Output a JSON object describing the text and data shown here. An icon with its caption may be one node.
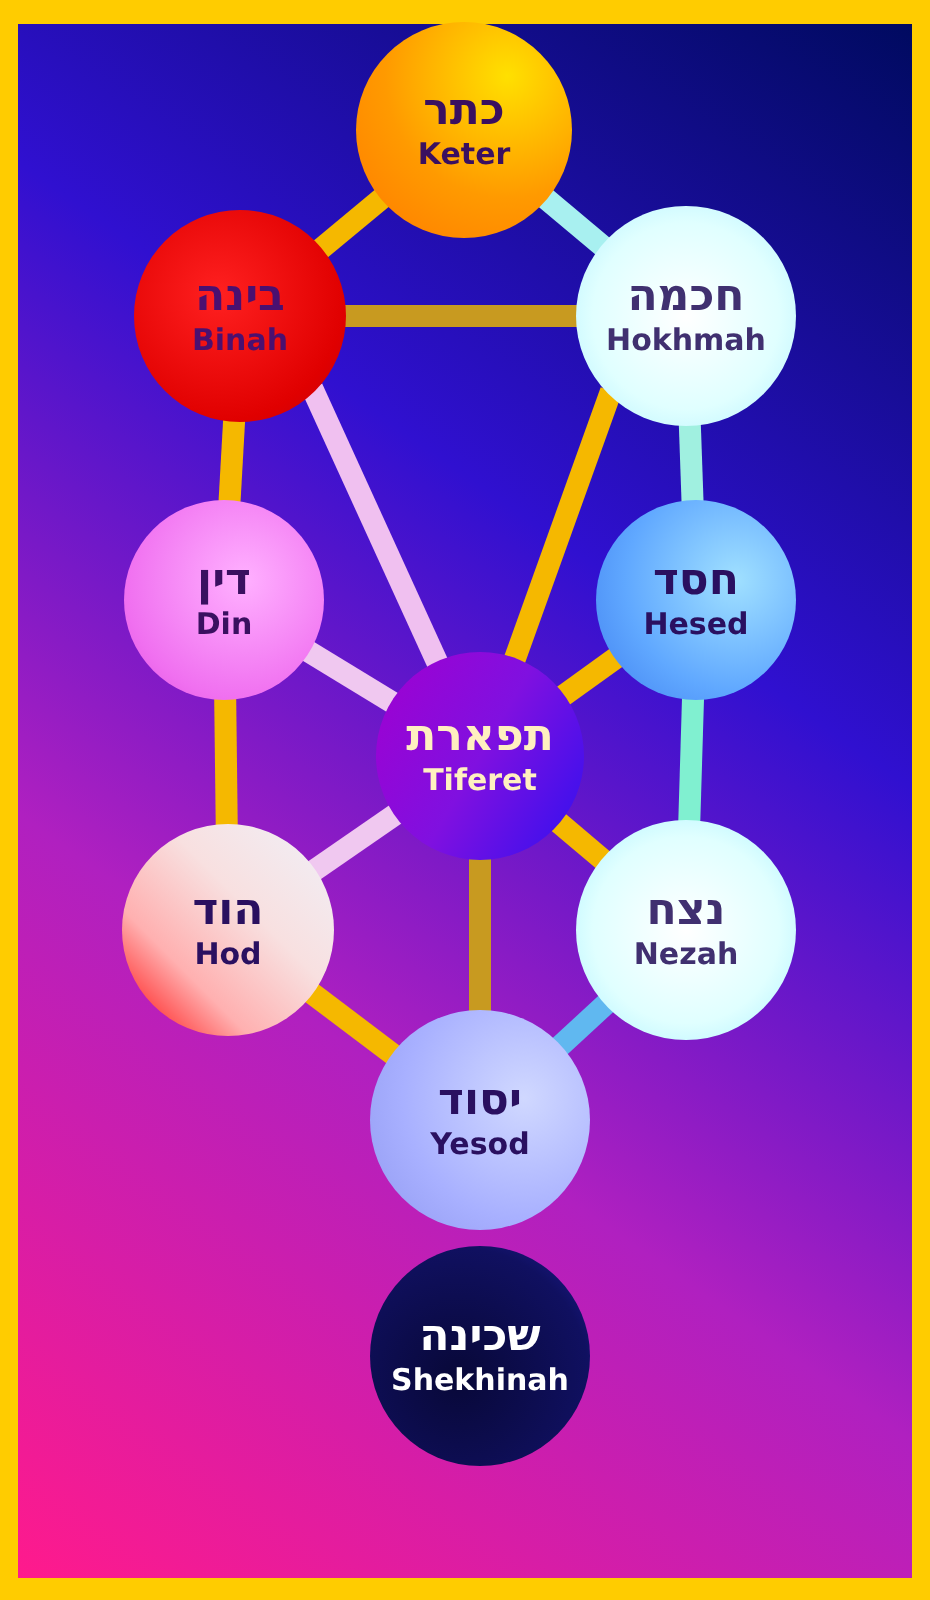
{
  "diagram": {
    "nodes": [
      {
        "text": [
          "כתר",
          "Keter"
        ]
      },
      {
        "text": [
          "בינה",
          "Binah"
        ]
      },
      {
        "text": [
          "חכמה",
          "Hokhmah"
        ]
      },
      {
        "text": [
          "דין",
          "Din"
        ]
      },
      {
        "text": [
          "חסד",
          "Hesed"
        ]
      },
      {
        "text": [
          "תפארת",
          "Tiferet"
        ]
      },
      {
        "text": [
          "הוד",
          "Hod"
        ]
      },
      {
        "text": [
          "נצח",
          "Nezah"
        ]
      },
      {
        "text": [
          "יסוד",
          "Yesod"
        ]
      },
      {
        "text": [
          "שכינה",
          "Shekhinah"
        ]
      }
    ],
    "edges": [
      {
        "from": 0,
        "to": 1,
        "arrow": "none"
      },
      {
        "from": 0,
        "to": 2,
        "arrow": "none",
        "color": "#a8f0f0"
      },
      {
        "from": 1,
        "to": 2,
        "arrow": "none",
        "color": "#c89a20"
      },
      {
        "from": 1,
        "to": 3,
        "arrow": "none"
      },
      {
        "from": 1,
        "to": 5,
        "arrow": "none",
        "color": "#f0c0f0"
      },
      {
        "from": 2,
        "to": 4,
        "arrow": "none",
        "color": "#a0f0e0"
      },
      {
        "from": 2,
        "to": 5,
        "arrow": "none"
      },
      {
        "from": 3,
        "to": 5,
        "arrow": "none",
        "color": "#f0c8f0"
      },
      {
        "from": 4,
        "to": 5,
        "arrow": "none"
      },
      {
        "from": 3,
        "to": 6,
        "arrow": "none"
      },
      {
        "from": 4,
        "to": 7,
        "arrow": "none",
        "color": "#80f0d0"
      },
      {
        "from": 5,
        "to": 6,
        "arrow": "none",
        "color": "#f0c8f0"
      },
      {
        "from": 5,
        "to": 7,
        "arrow": "none"
      },
      {
        "from": 5,
        "to": 8,
        "arrow": "none",
        "color": "#c89a20"
      },
      {
        "from": 6,
        "to": 8,
        "arrow": "none"
      },
      {
        "from": 7,
        "to": 8,
        "arrow": "none",
        "color": "#60b8f0"
      }
    ]
  }
}
